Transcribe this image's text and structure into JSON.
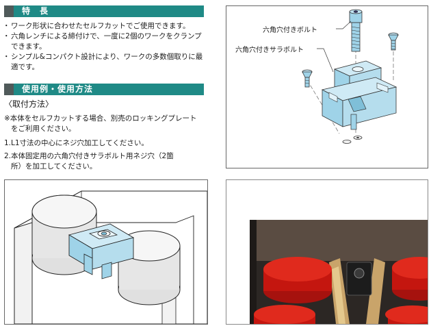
{
  "features": {
    "heading": "特　長",
    "bullets": [
      "ワーク形状に合わせたセルフカットでご使用できます。",
      "六角レンチによる締付けで、一度に2個のワークをクランプできます。",
      "シンプル&コンパクト設計により、ワークの多数個取りに最適です。"
    ]
  },
  "usage": {
    "heading": "使用例・使用方法",
    "subheading": "〈取付方法〉",
    "note": "※本体をセルフカットする場合、別売のロッキングプレートをご利用ください。",
    "note_line1": "※本体をセルフカットする場合、別売のロッキングプレート",
    "note_line2": "をご利用ください。",
    "step1": "1.L1寸法の中心にネジ穴加工してください。",
    "step2_line1": "2.本体固定用の六角穴付きサラボルト用ネジ穴（2箇",
    "step2_line2": "所）を加工してください。"
  },
  "diagram": {
    "label_hex_bolt": "六角穴付きボルト",
    "label_hex_csk_bolt": "六角穴付きサラボルト"
  }
}
